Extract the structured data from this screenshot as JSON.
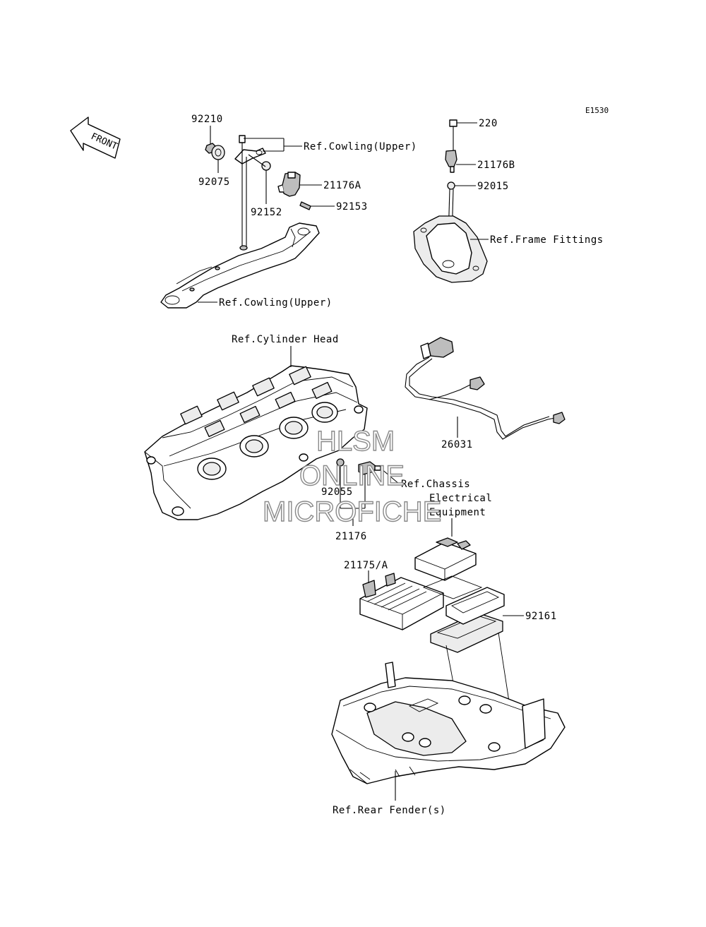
{
  "diagram": {
    "code": "E1530",
    "front_label": "FRONT",
    "watermark": [
      "HLSM",
      "ONLINE",
      "MICROFICHE"
    ],
    "labels": {
      "p92210": "92210",
      "p92075": "92075",
      "p92152": "92152",
      "p92153": "92153",
      "p21176A": "21176A",
      "ref_cowling_upper_top": "Ref.Cowling(Upper)",
      "ref_cowling_upper_bottom": "Ref.Cowling(Upper)",
      "p220": "220",
      "p21176B": "21176B",
      "p92015": "92015",
      "ref_frame_fittings": "Ref.Frame Fittings",
      "ref_cylinder_head": "Ref.Cylinder Head",
      "p26031": "26031",
      "p92055": "92055",
      "p21176": "21176",
      "ref_chassis_line1": "Ref.Chassis",
      "ref_chassis_line2": "Electrical",
      "ref_chassis_line3": "Equipment",
      "p21175A": "21175/A",
      "p92161": "92161",
      "ref_rear_fender": "Ref.Rear Fender(s)"
    }
  }
}
